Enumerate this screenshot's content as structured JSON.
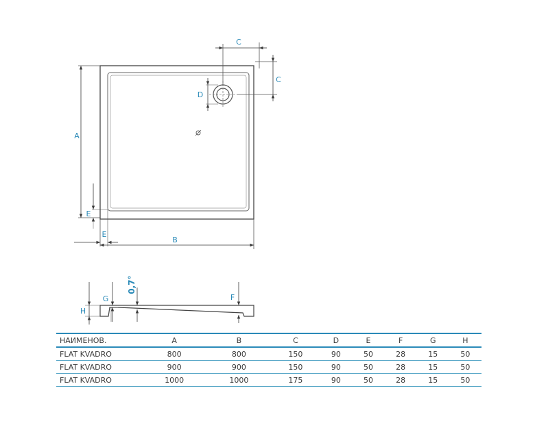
{
  "dimension_labels": {
    "a": "A",
    "b": "B",
    "c_top": "C",
    "c_side": "C",
    "d": "D",
    "e_vertical": "E",
    "e_horizontal": "E",
    "f": "F",
    "g": "G",
    "h": "H",
    "slope": "0,7°"
  },
  "table": {
    "headers": [
      "НАИМЕНОВ.",
      "A",
      "B",
      "C",
      "D",
      "E",
      "F",
      "G",
      "H"
    ],
    "rows": [
      [
        "FLAT KVADRO",
        "800",
        "800",
        "150",
        "90",
        "50",
        "28",
        "15",
        "50"
      ],
      [
        "FLAT KVADRO",
        "900",
        "900",
        "150",
        "90",
        "50",
        "28",
        "15",
        "50"
      ],
      [
        "FLAT KVADRO",
        "1000",
        "1000",
        "175",
        "90",
        "50",
        "28",
        "15",
        "50"
      ]
    ]
  },
  "colors": {
    "outline": "#444444",
    "dimension_line": "#3a3a3a",
    "dimension_text": "#2a8ab8",
    "table_rule": "#2a8ab8"
  }
}
